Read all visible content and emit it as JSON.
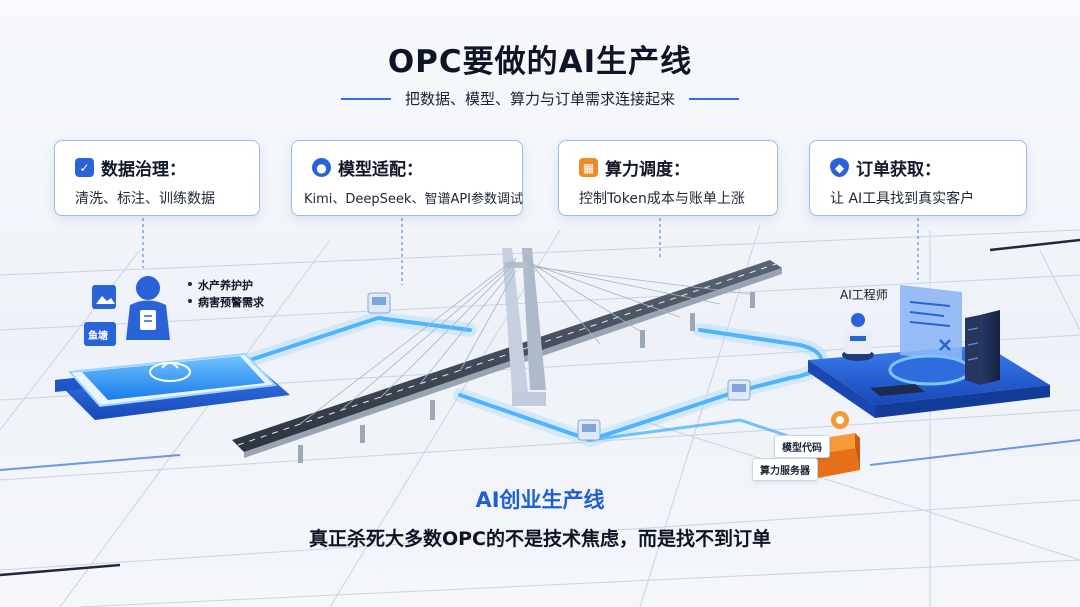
{
  "header": {
    "title": "OPC要做的AI生产线",
    "subtitle": "把数据、模型、算力与订单需求连接起来"
  },
  "cards": [
    {
      "title": "数据治理：",
      "desc": "清洗、标注、训练数据",
      "icon": "checkbox-icon",
      "color": "#2a63d8"
    },
    {
      "title": "模型适配：",
      "desc": "Kimi、DeepSeek、智谱API参数调试",
      "icon": "user-icon",
      "color": "#2a63d8"
    },
    {
      "title": "算力调度：",
      "desc": "控制Token成本与账单上涨",
      "icon": "calendar-icon",
      "color": "#f08a24"
    },
    {
      "title": "订单获取：",
      "desc": "让 AI工具找到真实客户",
      "icon": "shield-icon",
      "color": "#2a63d8"
    }
  ],
  "left_scene": {
    "items": [
      "水产养护护",
      "病害预警需求"
    ],
    "badge": "鱼塘"
  },
  "right_scene": {
    "label": "AI工程师"
  },
  "tags": [
    "模型代码",
    "算力服务器"
  ],
  "footer": {
    "title": "AI创业生产线",
    "text": "真正杀死大多数OPC的不是技术焦虑，而是找不到订单"
  },
  "colors": {
    "accent": "#2a63d8",
    "orange": "#f08a24",
    "glow": "#4fb4ff"
  }
}
